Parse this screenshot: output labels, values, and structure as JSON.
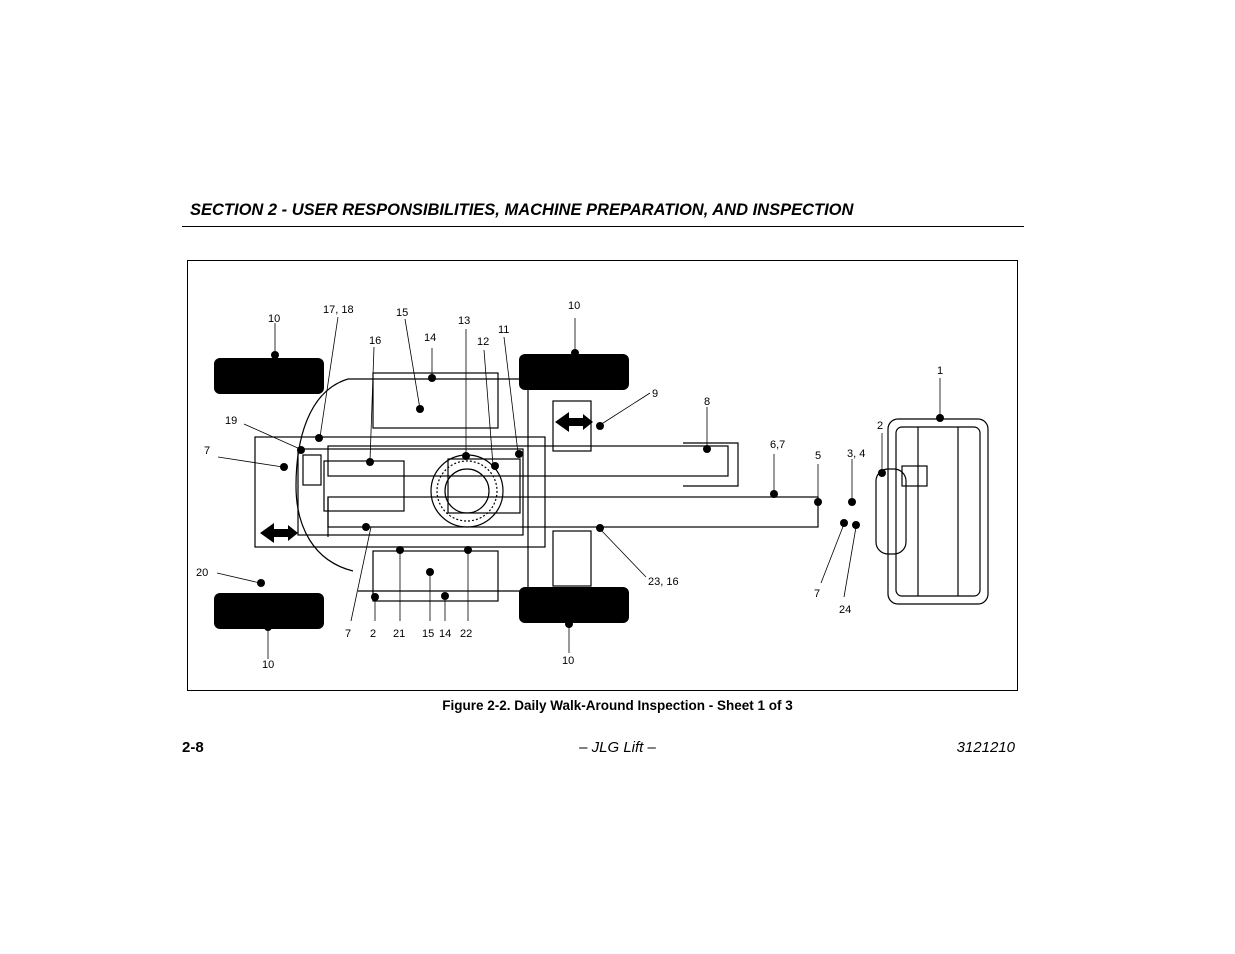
{
  "header": {
    "section_title": "SECTION 2 - USER RESPONSIBILITIES, MACHINE PREPARATION, AND INSPECTION"
  },
  "figure": {
    "caption": "Figure 2-2. Daily Walk-Around Inspection - Sheet 1 of 3",
    "callouts": [
      {
        "id": "c10a",
        "label": "10"
      },
      {
        "id": "c1718",
        "label": "17, 18"
      },
      {
        "id": "c15a",
        "label": "15"
      },
      {
        "id": "c16a",
        "label": "16"
      },
      {
        "id": "c14a",
        "label": "14"
      },
      {
        "id": "c13",
        "label": "13"
      },
      {
        "id": "c12",
        "label": "12"
      },
      {
        "id": "c11",
        "label": "11"
      },
      {
        "id": "c10b",
        "label": "10"
      },
      {
        "id": "c9",
        "label": "9"
      },
      {
        "id": "c8",
        "label": "8"
      },
      {
        "id": "c67",
        "label": "6,7"
      },
      {
        "id": "c5",
        "label": "5"
      },
      {
        "id": "c34",
        "label": "3, 4"
      },
      {
        "id": "c2a",
        "label": "2"
      },
      {
        "id": "c1",
        "label": "1"
      },
      {
        "id": "c19",
        "label": "19"
      },
      {
        "id": "c7a",
        "label": "7"
      },
      {
        "id": "c20",
        "label": "20"
      },
      {
        "id": "c7b",
        "label": "7"
      },
      {
        "id": "c2b",
        "label": "2"
      },
      {
        "id": "c21",
        "label": "21"
      },
      {
        "id": "c15b",
        "label": "15"
      },
      {
        "id": "c14b",
        "label": "14"
      },
      {
        "id": "c22",
        "label": "22"
      },
      {
        "id": "c10c",
        "label": "10"
      },
      {
        "id": "c10d",
        "label": "10"
      },
      {
        "id": "c2316",
        "label": "23, 16"
      },
      {
        "id": "c7c",
        "label": "7"
      },
      {
        "id": "c24",
        "label": "24"
      }
    ]
  },
  "footer": {
    "page_number": "2-8",
    "center": "– JLG Lift –",
    "doc_number": "3121210"
  }
}
